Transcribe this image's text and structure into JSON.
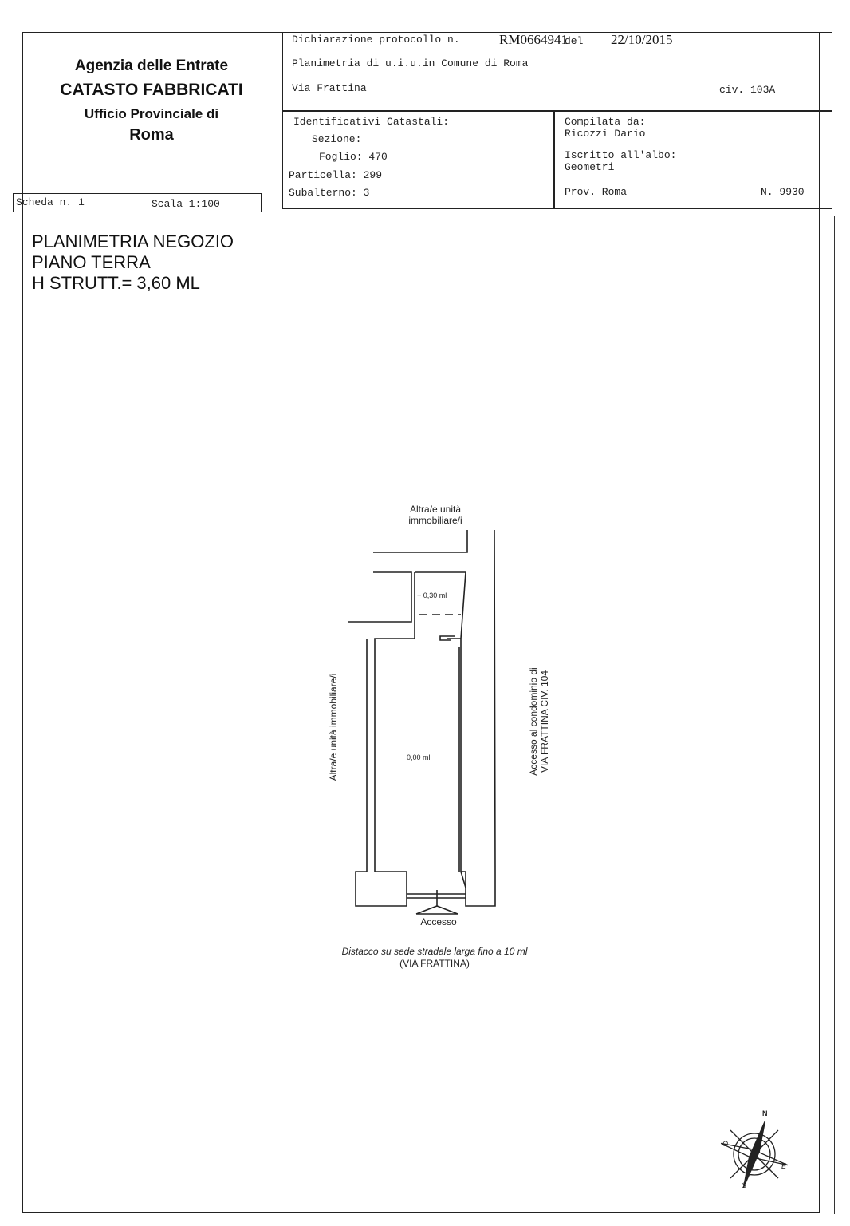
{
  "agency": {
    "line1": "Agenzia delle Entrate",
    "line2": "CATASTO FABBRICATI",
    "line3": "Ufficio Provinciale di",
    "line4": "Roma"
  },
  "header": {
    "dichiarazione_label": "Dichiarazione protocollo n.",
    "protocol_number": "RM0664941",
    "del_label": "del",
    "date": "22/10/2015",
    "planimetria": "Planimetria di u.i.u.in Comune di Roma",
    "street": "Via Frattina",
    "civ": "civ. 103A"
  },
  "identificativi": {
    "title": "Identificativi Catastali:",
    "sezione": "Sezione:",
    "foglio": "Foglio: 470",
    "particella": "Particella: 299",
    "subalterno": "Subalterno: 3"
  },
  "compilata": {
    "title": "Compilata da:",
    "name": "Ricozzi Dario",
    "iscritto": "Iscritto all'albo:",
    "albo": "Geometri",
    "prov": "Prov. Roma",
    "numero": "N. 9930"
  },
  "scheda": {
    "scheda": "Scheda n. 1",
    "scala": "Scala 1:100"
  },
  "plan_title": {
    "line1": "PLANIMETRIA NEGOZIO",
    "line2": "PIANO TERRA",
    "line3": "H STRUTT.= 3,60 ML"
  },
  "plan": {
    "top_label_1": "Altra/e unità",
    "top_label_2": "immobiliare/i",
    "left_label": "Altra/e unità immobiliare/i",
    "right_label_1": "Accesso al condominio di",
    "right_label_2": "VIA FRATTINA CIV. 104",
    "level_upper": "+ 0,30 ml",
    "level_main": "0,00 ml",
    "accesso": "Accesso",
    "distacco_1": "Distacco su sede stradale larga fino a 10 ml",
    "distacco_2": "(VIA FRATTINA)"
  },
  "compass": {
    "n": "N",
    "e": "E",
    "s": "S",
    "o": "O"
  }
}
